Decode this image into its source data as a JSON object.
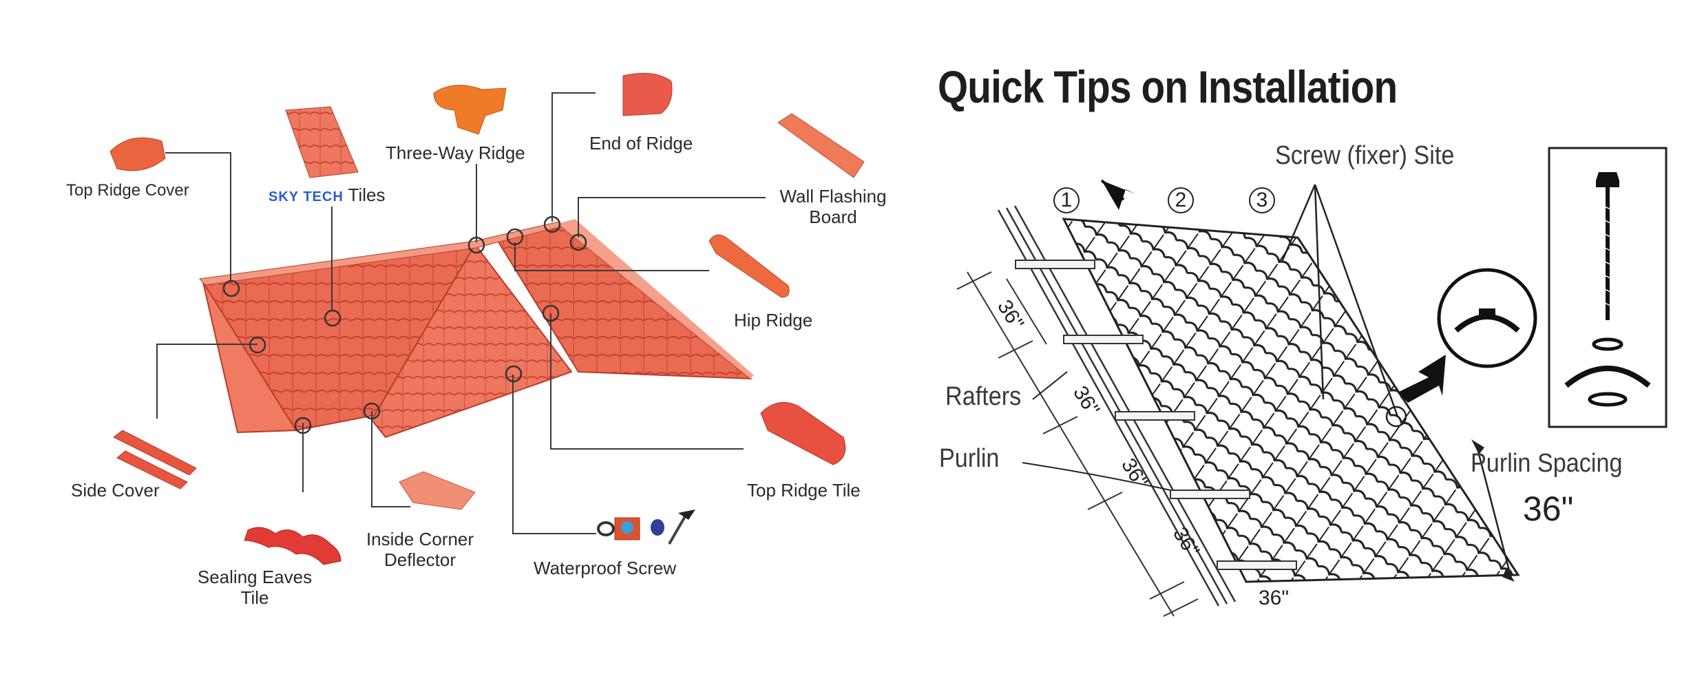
{
  "left_diagram": {
    "labels": {
      "top_ridge_cover": "Top Ridge Cover",
      "brand": "SKY TECH",
      "tiles": "Tiles",
      "three_way_ridge": "Three-Way Ridge",
      "end_of_ridge": "End of Ridge",
      "wall_flashing_line1": "Wall Flashing",
      "wall_flashing_line2": "Board",
      "hip_ridge": "Hip Ridge",
      "side_cover": "Side Cover",
      "top_ridge_tile": "Top Ridge Tile",
      "inside_corner_line1": "Inside Corner",
      "inside_corner_line2": "Deflector",
      "waterproof_screw": "Waterproof Screw",
      "sealing_eaves_line1": "Sealing Eaves",
      "sealing_eaves_line2": "Tile"
    },
    "colors": {
      "tile": "#e8604a",
      "tile_dark": "#c9432f",
      "tile_light": "#f28a6e",
      "leader": "#333333"
    }
  },
  "right_diagram": {
    "title": "Quick Tips on Installation",
    "labels": {
      "screw_site": "Screw (fixer) Site",
      "rafters": "Rafters",
      "purlin": "Purlin",
      "purlin_spacing": "Purlin Spacing",
      "purlin_spacing_value": "36\""
    },
    "row_numbers": [
      "1",
      "2",
      "3"
    ],
    "dimensions": [
      "36\"",
      "36\"",
      "36\"",
      "36\"",
      "36\""
    ]
  }
}
